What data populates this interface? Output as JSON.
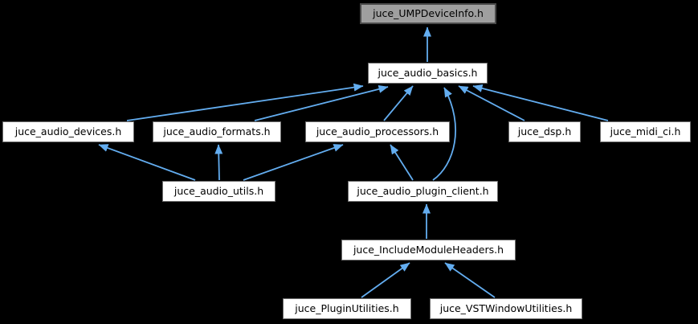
{
  "diagram": {
    "type": "include-dependency-graph",
    "root_file": "juce_UMPDeviceInfo.h",
    "colors": {
      "edge": "#63ADF0",
      "node_fill": "#ffffff",
      "node_border": "#6e6e6e",
      "root_fill": "#9f9f9f",
      "root_border": "#4a4a4a",
      "text": "#000000",
      "background": "#000000"
    },
    "nodes": [
      {
        "id": "ump",
        "label": "juce_UMPDeviceInfo.h",
        "root": true
      },
      {
        "id": "basics",
        "label": "juce_audio_basics.h"
      },
      {
        "id": "devices",
        "label": "juce_audio_devices.h"
      },
      {
        "id": "formats",
        "label": "juce_audio_formats.h"
      },
      {
        "id": "processors",
        "label": "juce_audio_processors.h"
      },
      {
        "id": "dsp",
        "label": "juce_dsp.h"
      },
      {
        "id": "midi_ci",
        "label": "juce_midi_ci.h"
      },
      {
        "id": "utils",
        "label": "juce_audio_utils.h"
      },
      {
        "id": "plugin_client",
        "label": "juce_audio_plugin_client.h"
      },
      {
        "id": "include_module_headers",
        "label": "juce_IncludeModuleHeaders.h"
      },
      {
        "id": "plugin_utilities",
        "label": "juce_PluginUtilities.h"
      },
      {
        "id": "vst_window_utilities",
        "label": "juce_VSTWindowUtilities.h"
      }
    ],
    "edges": [
      {
        "from": "juce_audio_basics.h",
        "to": "juce_UMPDeviceInfo.h"
      },
      {
        "from": "juce_audio_devices.h",
        "to": "juce_audio_basics.h"
      },
      {
        "from": "juce_audio_formats.h",
        "to": "juce_audio_basics.h"
      },
      {
        "from": "juce_audio_processors.h",
        "to": "juce_audio_basics.h"
      },
      {
        "from": "juce_dsp.h",
        "to": "juce_audio_basics.h"
      },
      {
        "from": "juce_midi_ci.h",
        "to": "juce_audio_basics.h"
      },
      {
        "from": "juce_audio_plugin_client.h",
        "to": "juce_audio_basics.h"
      },
      {
        "from": "juce_audio_utils.h",
        "to": "juce_audio_devices.h"
      },
      {
        "from": "juce_audio_utils.h",
        "to": "juce_audio_formats.h"
      },
      {
        "from": "juce_audio_utils.h",
        "to": "juce_audio_processors.h"
      },
      {
        "from": "juce_audio_plugin_client.h",
        "to": "juce_audio_processors.h"
      },
      {
        "from": "juce_IncludeModuleHeaders.h",
        "to": "juce_audio_plugin_client.h"
      },
      {
        "from": "juce_PluginUtilities.h",
        "to": "juce_IncludeModuleHeaders.h"
      },
      {
        "from": "juce_VSTWindowUtilities.h",
        "to": "juce_IncludeModuleHeaders.h"
      }
    ]
  }
}
